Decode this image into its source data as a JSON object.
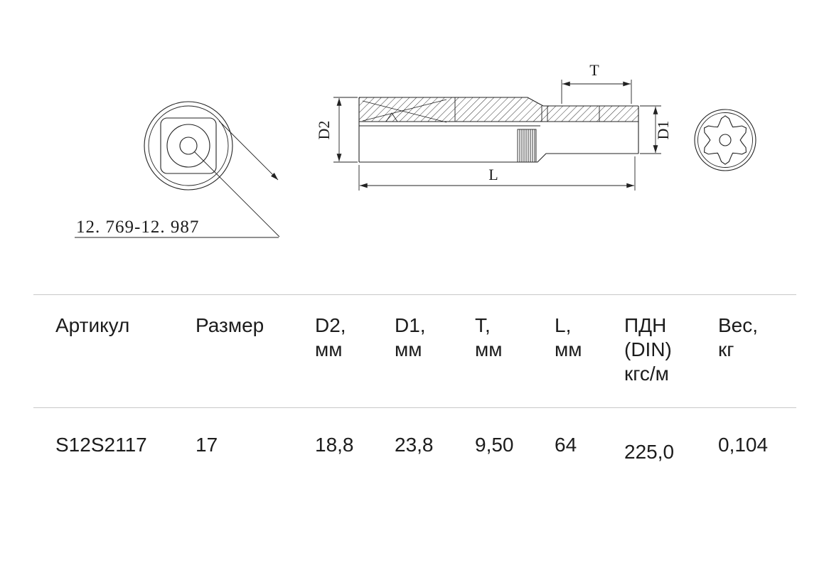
{
  "drawing": {
    "labels": {
      "square_drive_range": "12. 769-12. 987",
      "d2": "D2",
      "d1": "D1",
      "t": "T",
      "l": "L"
    }
  },
  "table": {
    "headers": [
      "Артикул",
      "Размер",
      "D2,\nмм",
      "D1,\nмм",
      "T,\nмм",
      "L,\nмм",
      "ПДН\n(DIN)\nкгс/м",
      "Вес,\nкг"
    ],
    "rows": [
      {
        "article": "S12S2117",
        "size": "17",
        "d2_mm": "18,8",
        "d1_mm": "23,8",
        "t_mm": "9,50",
        "l_mm": "64",
        "pdn_din_kgs_m": "225,0",
        "weight_kg": "0,104"
      }
    ]
  }
}
